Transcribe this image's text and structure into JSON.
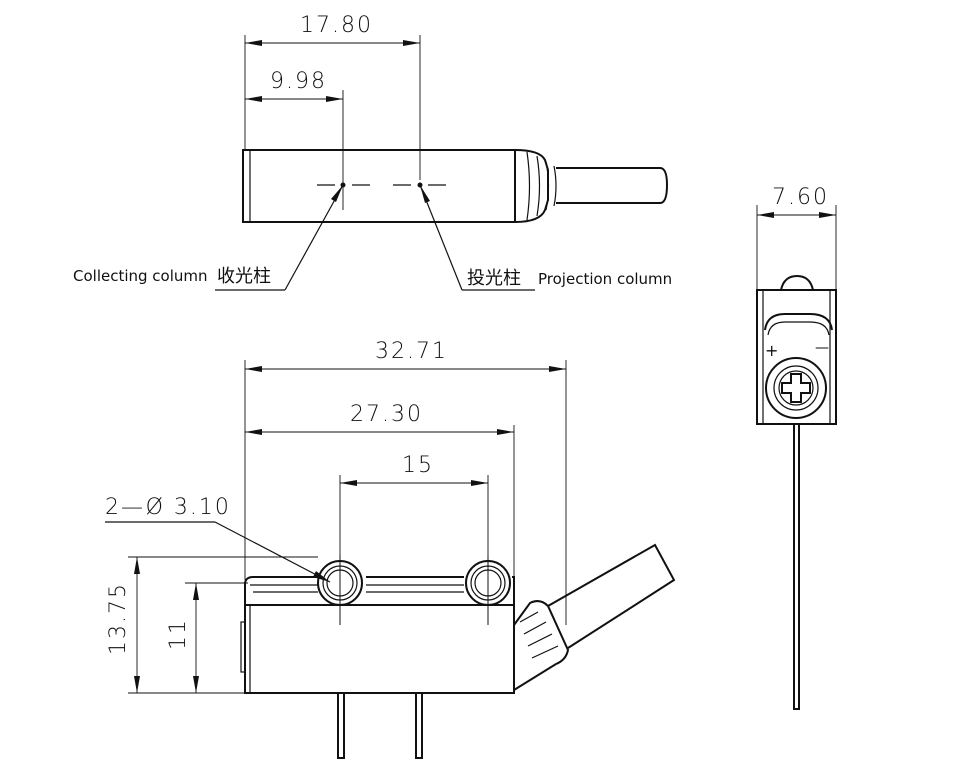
{
  "dimensions": {
    "top_width": "17.80",
    "top_offset": "9.98",
    "side_width": "7.60",
    "overall_length": "32.71",
    "body_length": "27.30",
    "hole_spacing": "15",
    "hole_spec": "2—Ø 3.10",
    "overall_height": "13.75",
    "body_height": "11"
  },
  "labels": {
    "collecting_en": "Collecting column",
    "collecting_cn": "收光柱",
    "projection_cn": "投光柱",
    "projection_en": "Projection column",
    "plus_sign": "+",
    "minus_sign": "—"
  }
}
